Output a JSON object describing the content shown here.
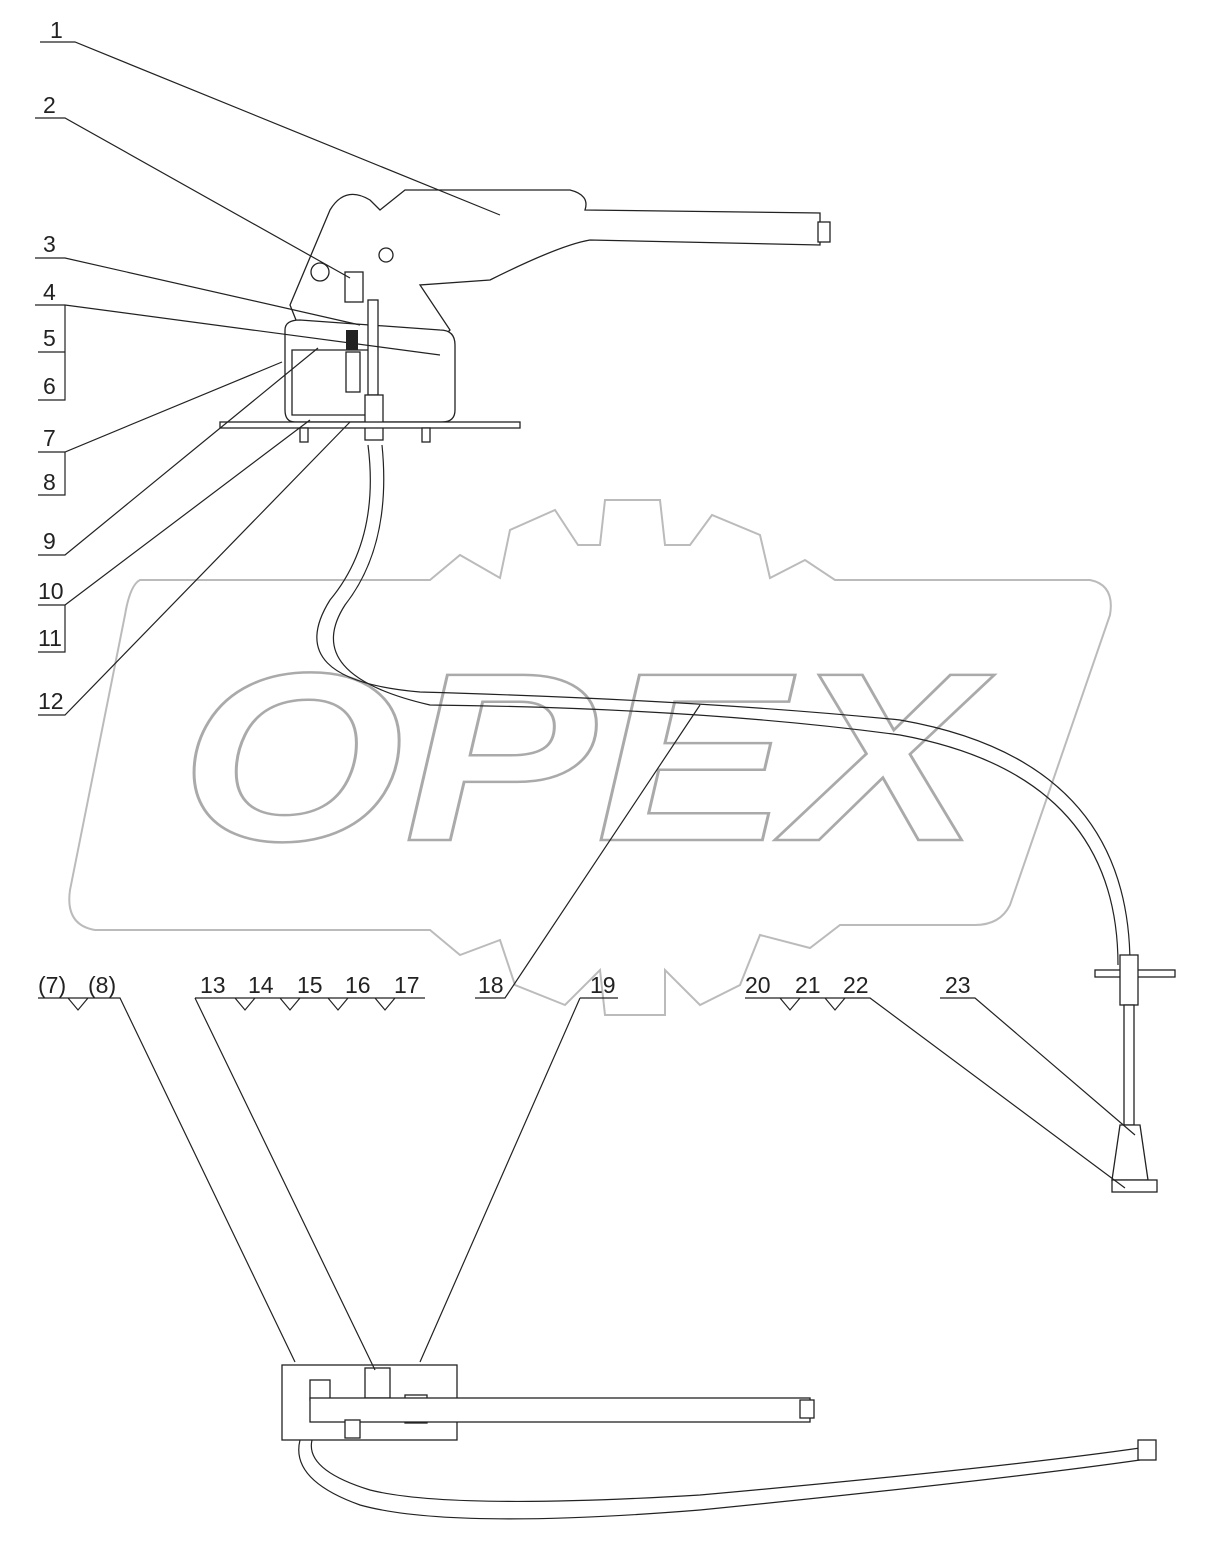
{
  "watermark": "OPEX",
  "corner_text": "",
  "callouts": {
    "top": [
      "1",
      "2",
      "3",
      "4",
      "5",
      "6",
      "7",
      "8",
      "9",
      "10",
      "11",
      "12"
    ],
    "middle": [
      "(7)",
      "(8)",
      "13",
      "14",
      "15",
      "16",
      "17",
      "18",
      "19",
      "20",
      "21",
      "22",
      "23"
    ]
  },
  "colors": {
    "line": "#222222",
    "watermark": "#bbbbbb",
    "background": "#ffffff"
  }
}
